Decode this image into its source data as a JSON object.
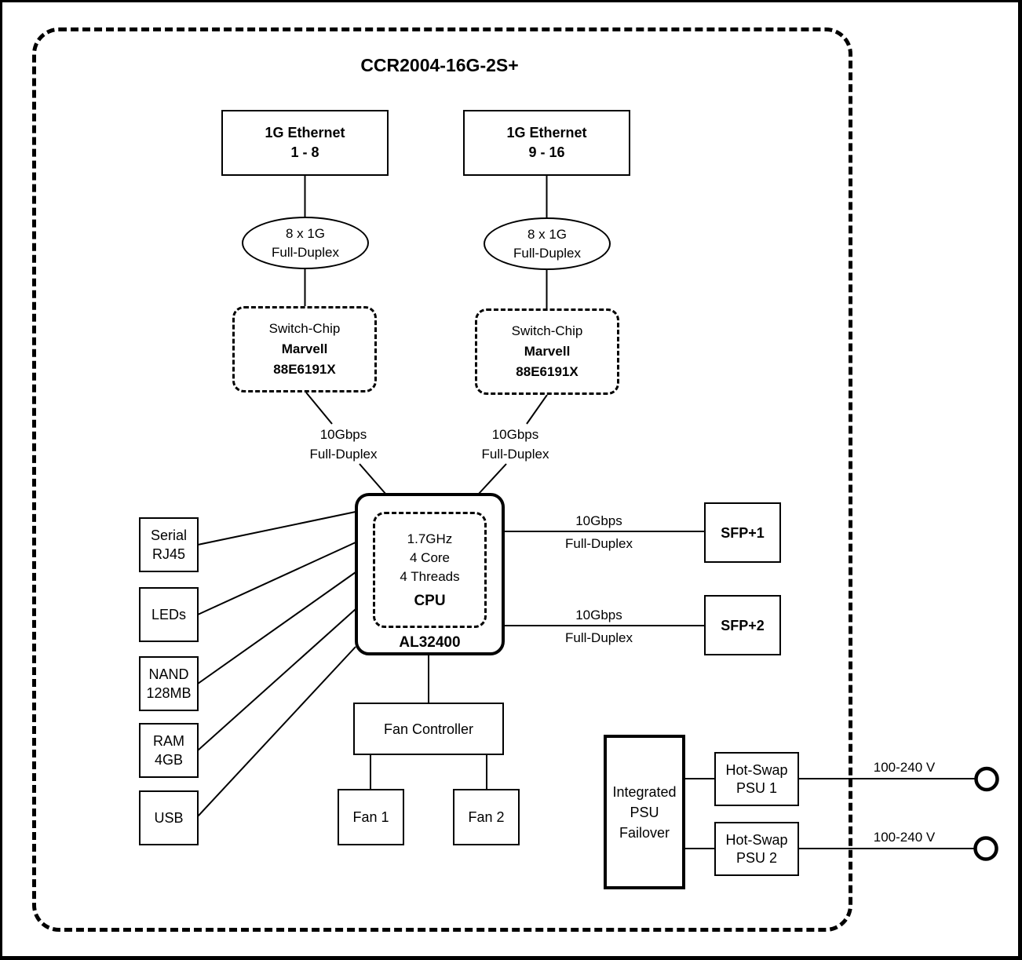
{
  "title": "CCR2004-16G-2S+",
  "ethernet_groups": [
    {
      "name": "1G Ethernet",
      "ports": "1 - 8"
    },
    {
      "name": "1G Ethernet",
      "ports": "9 - 16"
    }
  ],
  "phy_link": {
    "capacity": "8 x 1G",
    "mode": "Full-Duplex"
  },
  "switch_chip": {
    "role": "Switch-Chip",
    "vendor": "Marvell",
    "model": "88E6191X"
  },
  "uplink": {
    "speed": "10Gbps",
    "mode": "Full-Duplex"
  },
  "cpu": {
    "clock": "1.7GHz",
    "cores": "4 Core",
    "threads": "4 Threads",
    "label": "CPU",
    "model": "AL32400"
  },
  "peripherals": [
    {
      "line1": "Serial",
      "line2": "RJ45"
    },
    {
      "line1": "LEDs"
    },
    {
      "line1": "NAND",
      "line2": "128MB"
    },
    {
      "line1": "RAM",
      "line2": "4GB"
    },
    {
      "line1": "USB"
    }
  ],
  "sfp_ports": [
    {
      "label": "SFP+1"
    },
    {
      "label": "SFP+2"
    }
  ],
  "cooling": {
    "controller": "Fan Controller",
    "fans": [
      {
        "label": "Fan 1"
      },
      {
        "label": "Fan 2"
      }
    ]
  },
  "power": {
    "failover": {
      "line1": "Integrated",
      "line2": "PSU",
      "line3": "Failover"
    },
    "psus": [
      {
        "line1": "Hot-Swap",
        "line2": "PSU 1"
      },
      {
        "line1": "Hot-Swap",
        "line2": "PSU 2"
      }
    ],
    "mains": "100-240 V"
  },
  "colors": {
    "line": "#000000",
    "background": "#ffffff"
  }
}
